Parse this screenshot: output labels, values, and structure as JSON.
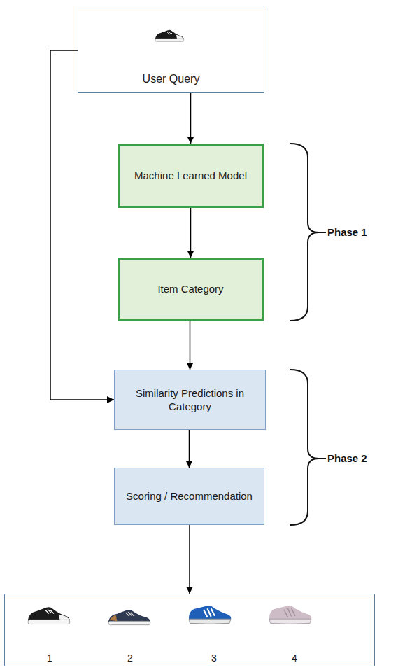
{
  "diagram": {
    "nodes": [
      {
        "text": [
          "User Query"
        ]
      },
      {
        "text": [
          "Machine Learned Model"
        ]
      },
      {
        "text": [
          "Item Category"
        ]
      },
      {
        "text": [
          "Similarity Predictions in Category"
        ]
      },
      {
        "text": [
          "Scoring / Recommendation"
        ]
      },
      {
        "text": [
          "1",
          "2",
          "3",
          "4"
        ]
      }
    ],
    "edges": [
      {
        "from": 0,
        "to": 1,
        "arrow": "to"
      },
      {
        "from": 1,
        "to": 2,
        "arrow": "to"
      },
      {
        "from": 2,
        "to": 3,
        "arrow": "to"
      },
      {
        "from": 0,
        "to": 3,
        "arrow": "to"
      },
      {
        "from": 3,
        "to": 4,
        "arrow": "to"
      },
      {
        "from": 4,
        "to": 5,
        "arrow": "to"
      }
    ],
    "labels": [
      "Phase 1",
      "Phase 2"
    ]
  }
}
